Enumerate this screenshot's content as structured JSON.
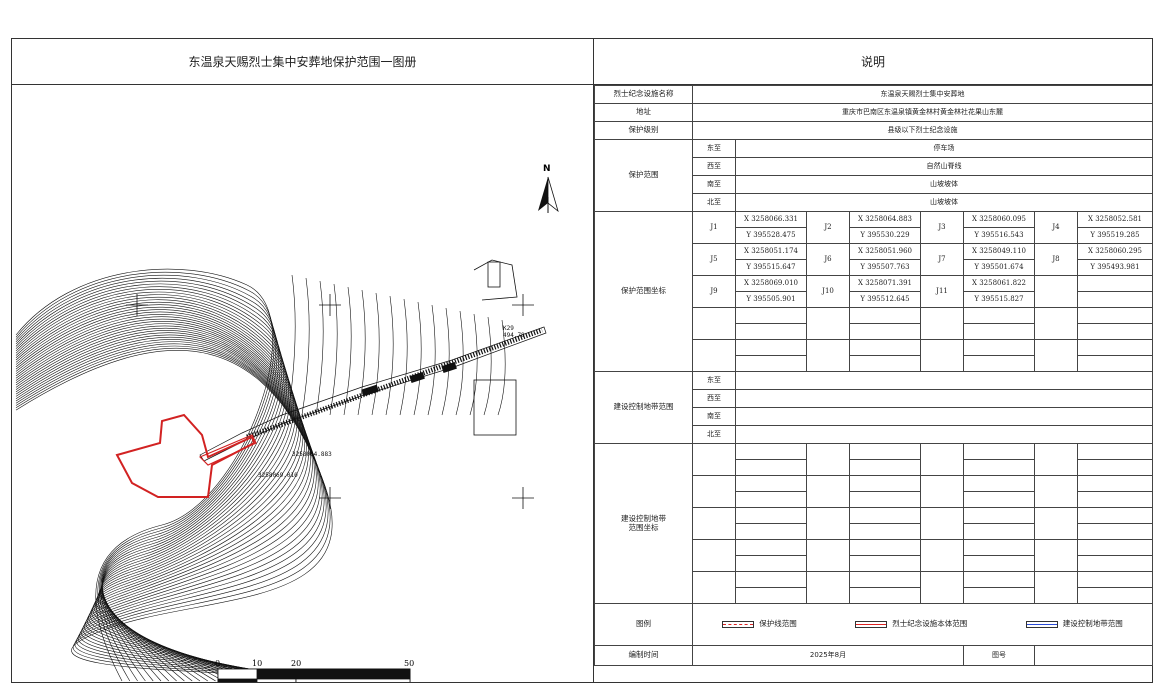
{
  "left_panel": {
    "title": "东温泉天赐烈士集中安葬地保护范围一图册",
    "north_label": "N",
    "scale_labels": [
      "0",
      "10",
      "20",
      "50"
    ],
    "map_labels": [
      "K29",
      "494.78",
      "3258064.883",
      "3258069.010"
    ]
  },
  "right_panel": {
    "title": "说明",
    "name_label": "烈士纪念设施名称",
    "name_value": "东温泉天赐烈士集中安葬地",
    "address_label": "地址",
    "address_value": "重庆市巴南区东温泉镇黄金林村黄金林社花果山东麓",
    "level_label": "保护级别",
    "level_value": "县级以下烈士纪念设施",
    "range_label": "保护范围",
    "range": [
      {
        "dir": "东至",
        "value": "停车场"
      },
      {
        "dir": "西至",
        "value": "自然山脊线"
      },
      {
        "dir": "南至",
        "value": "山坡坡体"
      },
      {
        "dir": "北至",
        "value": "山坡坡体"
      }
    ],
    "coords_label": "保护范围坐标",
    "coords": [
      {
        "id": "J1",
        "x": "X 3258066.331",
        "y": "Y 395528.475"
      },
      {
        "id": "J2",
        "x": "X 3258064.883",
        "y": "Y 395530.229"
      },
      {
        "id": "J3",
        "x": "X 3258060.095",
        "y": "Y 395516.543"
      },
      {
        "id": "J4",
        "x": "X 3258052.581",
        "y": "Y 395519.285"
      },
      {
        "id": "J5",
        "x": "X 3258051.174",
        "y": "Y 395515.647"
      },
      {
        "id": "J6",
        "x": "X 3258051.960",
        "y": "Y 395507.763"
      },
      {
        "id": "J7",
        "x": "X 3258049.110",
        "y": "Y 395501.674"
      },
      {
        "id": "J8",
        "x": "X 3258060.295",
        "y": "Y 395493.981"
      },
      {
        "id": "J9",
        "x": "X 3258069.010",
        "y": "Y 395505.901"
      },
      {
        "id": "J10",
        "x": "X 3258071.391",
        "y": "Y 395512.645"
      },
      {
        "id": "J11",
        "x": "X 3258061.822",
        "y": "Y 395515.827"
      }
    ],
    "control_label": "建设控制地带范围",
    "control": [
      {
        "dir": "东至",
        "value": ""
      },
      {
        "dir": "西至",
        "value": ""
      },
      {
        "dir": "南至",
        "value": ""
      },
      {
        "dir": "北至",
        "value": ""
      }
    ],
    "control_coords_label_1": "建设控制地带",
    "control_coords_label_2": "范围坐标",
    "legend_label": "图例",
    "legend_items": [
      "保护线范围",
      "烈士纪念设施本体范围",
      "建设控制地带范围"
    ],
    "date_label": "编制时间",
    "date_value": "2025年8月",
    "fig_no_label": "图号",
    "fig_no_value": ""
  },
  "colors": {
    "protect_line": "#d22222",
    "control_line": "#2a4bd7",
    "border": "#333333"
  }
}
